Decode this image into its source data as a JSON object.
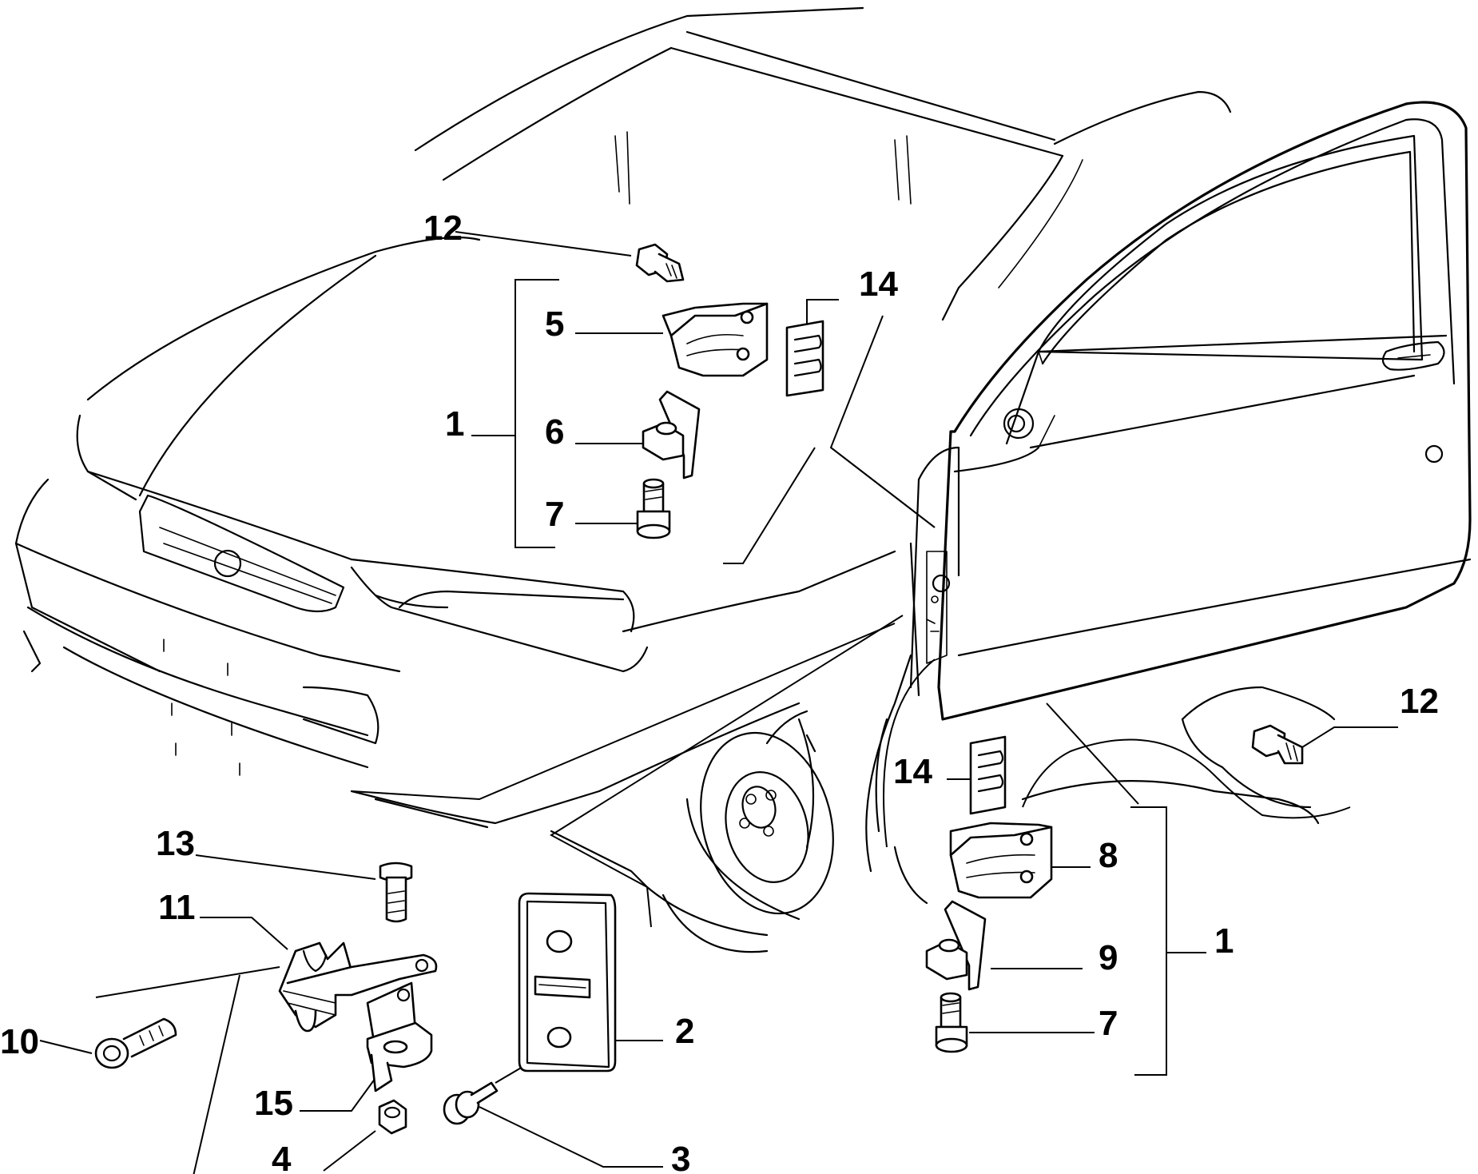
{
  "callouts": [
    {
      "id": "c12a",
      "text": "12"
    },
    {
      "id": "c5",
      "text": "5"
    },
    {
      "id": "c1a",
      "text": "1"
    },
    {
      "id": "c6",
      "text": "6"
    },
    {
      "id": "c7a",
      "text": "7"
    },
    {
      "id": "c14a",
      "text": "14"
    },
    {
      "id": "c12b",
      "text": "12"
    },
    {
      "id": "c14b",
      "text": "14"
    },
    {
      "id": "c8",
      "text": "8"
    },
    {
      "id": "c1b",
      "text": "1"
    },
    {
      "id": "c9",
      "text": "9"
    },
    {
      "id": "c7b",
      "text": "7"
    },
    {
      "id": "c13",
      "text": "13"
    },
    {
      "id": "c11",
      "text": "11"
    },
    {
      "id": "c10",
      "text": "10"
    },
    {
      "id": "c15",
      "text": "15"
    },
    {
      "id": "c4",
      "text": "4"
    },
    {
      "id": "c3",
      "text": "3"
    },
    {
      "id": "c2",
      "text": "2"
    }
  ],
  "colors": {
    "line": "#000000",
    "background": "#ffffff"
  }
}
